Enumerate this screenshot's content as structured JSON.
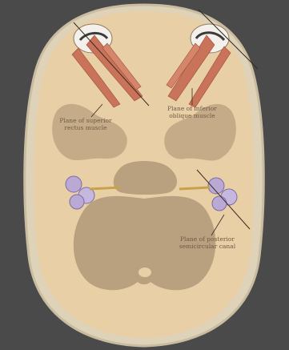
{
  "figure": {
    "labels": {
      "superior_rectus": [
        "Plane of superior",
        "rectus muscle"
      ],
      "inferior_oblique": [
        "Plane of inferior",
        "oblique muscle"
      ],
      "posterior_canal": [
        "Plane of posterior",
        "semicircular canal"
      ]
    },
    "colors": {
      "background": "#4a4a4a",
      "skull_fill": "#e8cfa6",
      "skull_rim": "#d8cbb0",
      "fossa": "#b9a07f",
      "muscle": "#c9735a",
      "labyrinth": "#b9a9d4",
      "guide_line": "#3a2a1e"
    }
  }
}
